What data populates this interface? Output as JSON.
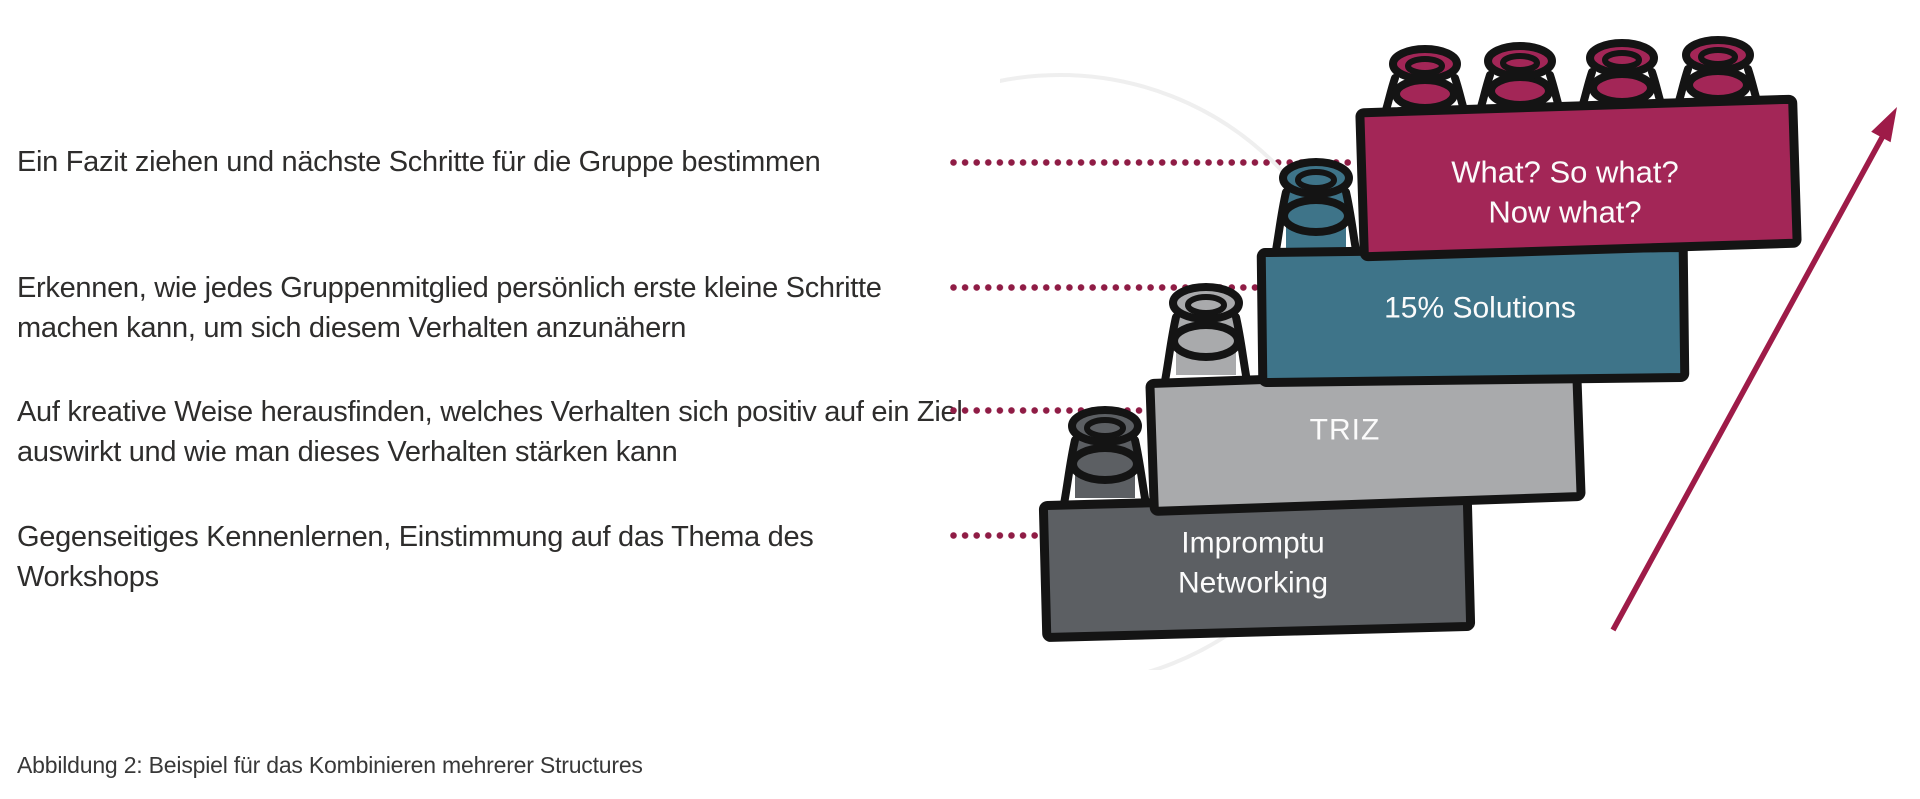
{
  "figure": {
    "caption": "Abbildung 2: Beispiel für das Kombinieren mehrerer Structures",
    "rows": [
      {
        "description": "Ein Fazit ziehen und nächste Schritte für die Gruppe bestimmen",
        "brick": {
          "lines": [
            "What? So what?",
            "Now what?"
          ],
          "color": "#a32657"
        }
      },
      {
        "description": "Erkennen, wie jedes Gruppenmitglied persönlich erste kleine Schritte machen kann, um sich diesem Verhalten anzunähern",
        "brick": {
          "lines": [
            "15% Solutions"
          ],
          "color": "#3e7489"
        }
      },
      {
        "description": "Auf kreative Weise herausfinden, welches Verhalten sich positiv auf ein Ziel auswirkt und wie man dieses Verhalten stärken kann",
        "brick": {
          "lines": [
            "TRIZ"
          ],
          "color": "#a9aaac"
        }
      },
      {
        "description": "Gegenseitiges Kennenlernen, Einstimmung auf das Thema des Workshops",
        "brick": {
          "lines": [
            "Impromptu",
            "Networking"
          ],
          "color": "#5c5f63"
        }
      }
    ],
    "colors": {
      "accent": "#9e1b48",
      "dotted_line": "#8f1c45",
      "brick_outline": "#141414",
      "brick_label_text": "#fbfbfb",
      "description_text": "#2e2d2c",
      "faint_circle": "#efefef"
    }
  }
}
